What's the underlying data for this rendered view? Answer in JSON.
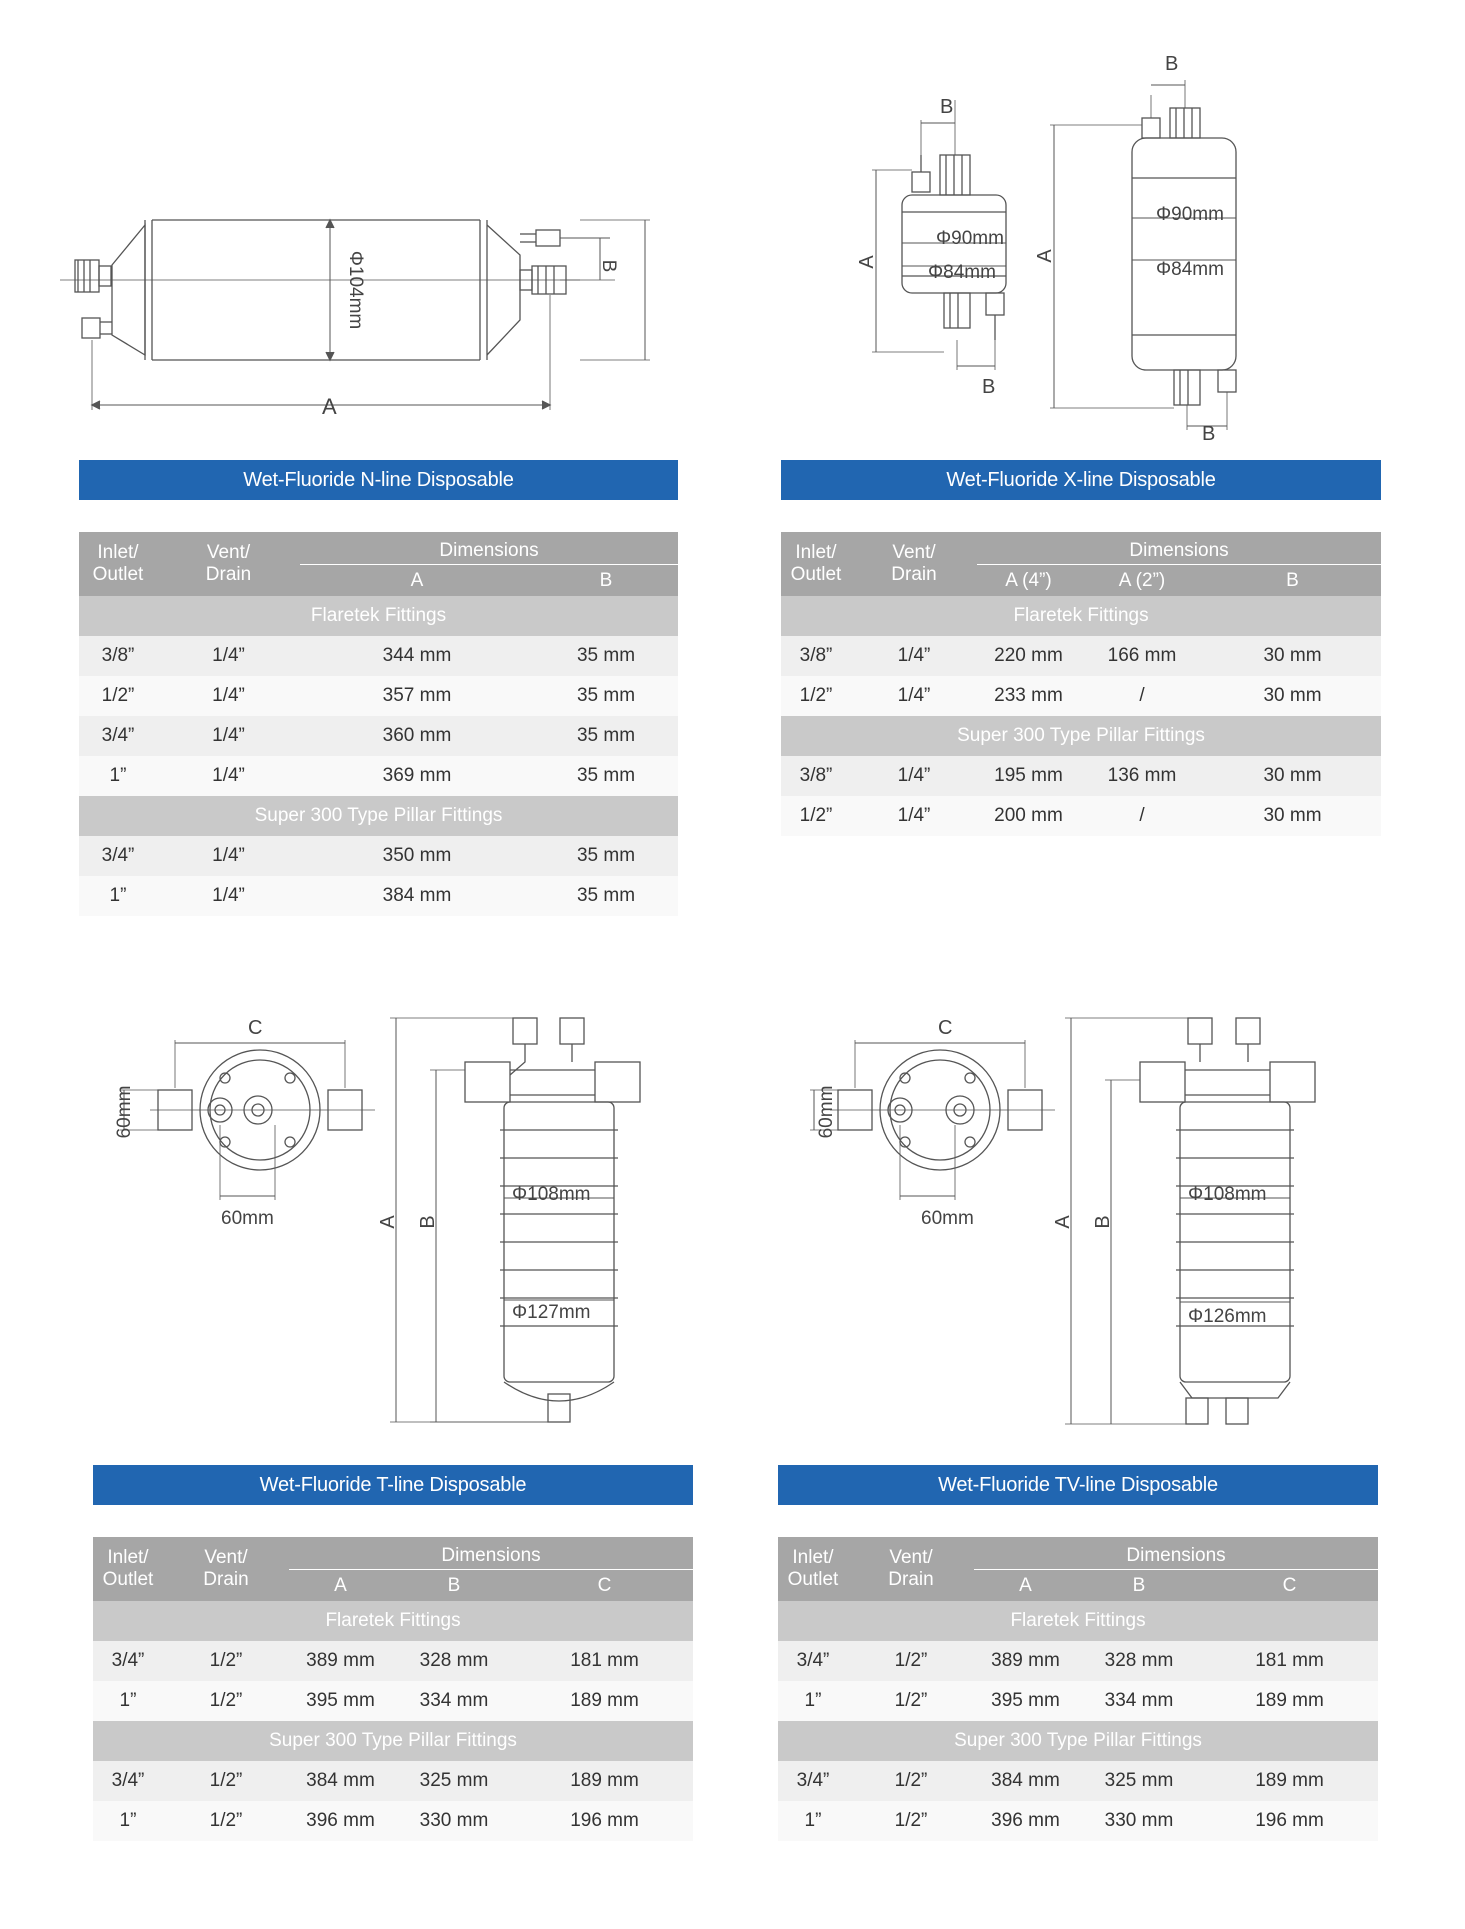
{
  "colors": {
    "banner": "#2166b1",
    "header": "#a6a6a6",
    "section": "#c9c9c9",
    "row_odd": "#efefef",
    "row_even": "#f9f9f9"
  },
  "n_line": {
    "title": "Wet-Fluoride N-line Disposable",
    "drawing_labels": {
      "dia": "Φ104mm",
      "a": "A",
      "b": "B"
    },
    "headers": {
      "inlet_1": "Inlet/",
      "inlet_2": "Outlet",
      "vent_1": "Vent/",
      "vent_2": "Drain",
      "dimensions": "Dimensions",
      "cols": [
        "A",
        "B"
      ]
    },
    "sections": [
      {
        "title": "Flaretek Fittings",
        "rows": [
          [
            "3/8”",
            "1/4”",
            "344 mm",
            "35 mm"
          ],
          [
            "1/2”",
            "1/4”",
            "357 mm",
            "35 mm"
          ],
          [
            "3/4”",
            "1/4”",
            "360 mm",
            "35 mm"
          ],
          [
            "1”",
            "1/4”",
            "369 mm",
            "35 mm"
          ]
        ]
      },
      {
        "title": "Super 300 Type Pillar Fittings",
        "rows": [
          [
            "3/4”",
            "1/4”",
            "350 mm",
            "35 mm"
          ],
          [
            "1”",
            "1/4”",
            "384 mm",
            "35 mm"
          ]
        ]
      }
    ]
  },
  "x_line": {
    "title": "Wet-Fluoride X-line Disposable",
    "drawing_labels": {
      "dia_outer": "Φ90mm",
      "dia_inner": "Φ84mm",
      "a": "A",
      "b": "B"
    },
    "headers": {
      "inlet_1": "Inlet/",
      "inlet_2": "Outlet",
      "vent_1": "Vent/",
      "vent_2": "Drain",
      "dimensions": "Dimensions",
      "cols": [
        "A (4”)",
        "A (2”)",
        "B"
      ]
    },
    "sections": [
      {
        "title": "Flaretek Fittings",
        "rows": [
          [
            "3/8”",
            "1/4”",
            "220 mm",
            "166 mm",
            "30 mm"
          ],
          [
            "1/2”",
            "1/4”",
            "233 mm",
            "/",
            "30 mm"
          ]
        ]
      },
      {
        "title": "Super 300 Type Pillar Fittings",
        "rows": [
          [
            "3/8”",
            "1/4”",
            "195 mm",
            "136 mm",
            "30 mm"
          ],
          [
            "1/2”",
            "1/4”",
            "200 mm",
            "/",
            "30 mm"
          ]
        ]
      }
    ]
  },
  "t_line": {
    "title": "Wet-Fluoride T-line Disposable",
    "drawing_labels": {
      "c": "C",
      "side": "60mm",
      "bottom": "60mm",
      "dia_top": "Φ108mm",
      "dia_bottom": "Φ127mm",
      "a": "A",
      "b": "B"
    },
    "headers": {
      "inlet_1": "Inlet/",
      "inlet_2": "Outlet",
      "vent_1": "Vent/",
      "vent_2": "Drain",
      "dimensions": "Dimensions",
      "cols": [
        "A",
        "B",
        "C"
      ]
    },
    "sections": [
      {
        "title": "Flaretek Fittings",
        "rows": [
          [
            "3/4”",
            "1/2”",
            "389 mm",
            "328 mm",
            "181 mm"
          ],
          [
            "1”",
            "1/2”",
            "395 mm",
            "334 mm",
            "189 mm"
          ]
        ]
      },
      {
        "title": "Super 300 Type Pillar Fittings",
        "rows": [
          [
            "3/4”",
            "1/2”",
            "384 mm",
            "325 mm",
            "189 mm"
          ],
          [
            "1”",
            "1/2”",
            "396 mm",
            "330 mm",
            "196 mm"
          ]
        ]
      }
    ]
  },
  "tv_line": {
    "title": "Wet-Fluoride TV-line Disposable",
    "drawing_labels": {
      "c": "C",
      "side": "60mm",
      "bottom": "60mm",
      "dia_top": "Φ108mm",
      "dia_bottom": "Φ126mm",
      "a": "A",
      "b": "B"
    },
    "headers": {
      "inlet_1": "Inlet/",
      "inlet_2": "Outlet",
      "vent_1": "Vent/",
      "vent_2": "Drain",
      "dimensions": "Dimensions",
      "cols": [
        "A",
        "B",
        "C"
      ]
    },
    "sections": [
      {
        "title": "Flaretek Fittings",
        "rows": [
          [
            "3/4”",
            "1/2”",
            "389 mm",
            "328 mm",
            "181 mm"
          ],
          [
            "1”",
            "1/2”",
            "395 mm",
            "334 mm",
            "189 mm"
          ]
        ]
      },
      {
        "title": "Super 300 Type Pillar Fittings",
        "rows": [
          [
            "3/4”",
            "1/2”",
            "384 mm",
            "325 mm",
            "189 mm"
          ],
          [
            "1”",
            "1/2”",
            "396 mm",
            "330 mm",
            "196 mm"
          ]
        ]
      }
    ]
  }
}
